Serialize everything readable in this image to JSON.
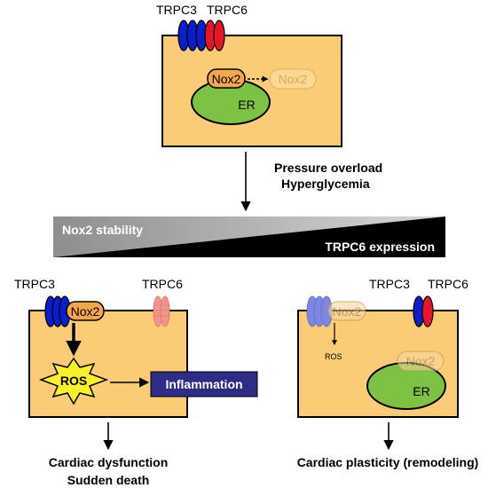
{
  "top_cell": {
    "channel_left_label": "TRPC3",
    "channel_right_label": "TRPC6",
    "nox2_label": "Nox2",
    "nox2_faded_label": "Nox2",
    "er_label": "ER"
  },
  "stimuli": {
    "line1": "Pressure overload",
    "line2": "Hyperglycemia"
  },
  "gradient": {
    "left_label": "Nox2 stability",
    "right_label": "TRPC6 expression"
  },
  "left_cell": {
    "trpc3_label": "TRPC3",
    "trpc6_label": "TRPC6",
    "nox2_label": "Nox2",
    "ros_label": "ROS",
    "inflammation_label": "Inflammation",
    "outcome_line1": "Cardiac dysfunction",
    "outcome_line2": "Sudden death"
  },
  "right_cell": {
    "trpc3_label": "TRPC3",
    "trpc6_label": "TRPC6",
    "nox2_faded_label": "Nox2",
    "ros_label": "ROS",
    "nox2_er_label": "Nox2",
    "er_label": "ER",
    "outcome_line1": "Cardiac plasticity (remodeling)"
  },
  "colors": {
    "cell_fill": "#f9cc75",
    "er_fill": "#7dc242",
    "nox2_fill": "#f5a84a",
    "trpc3_blue": "#0a1ecc",
    "trpc6_red": "#e8142a",
    "inflammation_box": "#2e2c86",
    "ros_star": "#f7f12a",
    "gradient_gray": "#9a9a9a"
  }
}
